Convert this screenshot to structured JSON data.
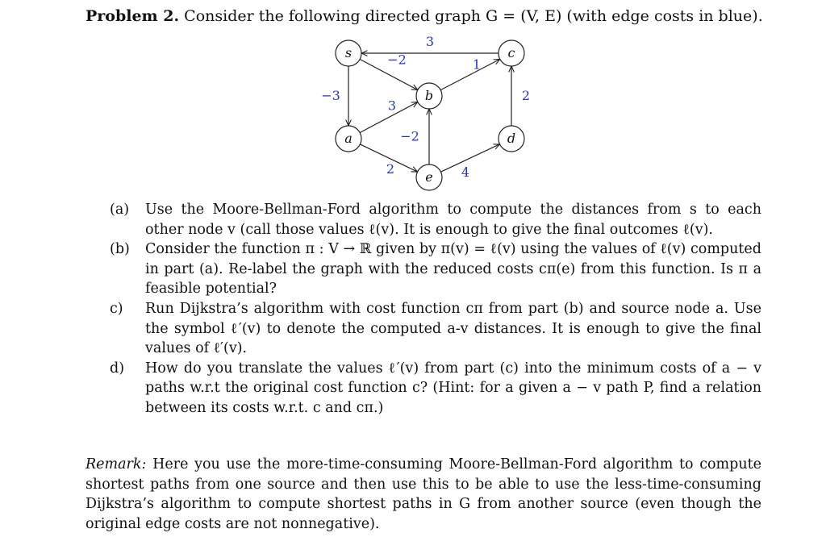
{
  "problem": {
    "label": "Problem 2.",
    "intro": "Consider the following directed graph G = (V, E) (with edge costs in blue)."
  },
  "graph": {
    "edge_color": "#2233dd",
    "nodes": [
      {
        "id": "s",
        "label": "s"
      },
      {
        "id": "c",
        "label": "c"
      },
      {
        "id": "b",
        "label": "b"
      },
      {
        "id": "a",
        "label": "a"
      },
      {
        "id": "d",
        "label": "d"
      },
      {
        "id": "e",
        "label": "e"
      }
    ],
    "edges": [
      {
        "from": "c",
        "to": "s",
        "cost": "3"
      },
      {
        "from": "s",
        "to": "a",
        "cost": "−3"
      },
      {
        "from": "s",
        "to": "b",
        "cost": "−2"
      },
      {
        "from": "a",
        "to": "b",
        "cost": "3"
      },
      {
        "from": "b",
        "to": "c",
        "cost": "1"
      },
      {
        "from": "d",
        "to": "c",
        "cost": "2"
      },
      {
        "from": "e",
        "to": "b",
        "cost": "−2"
      },
      {
        "from": "a",
        "to": "e",
        "cost": "2"
      },
      {
        "from": "e",
        "to": "d",
        "cost": "4"
      }
    ]
  },
  "parts": [
    {
      "label": "(a)",
      "text": "Use the Moore-Bellman-Ford algorithm to compute the distances from s to each other node v (call those values ℓ(v). It is enough to give the final outcomes ℓ(v)."
    },
    {
      "label": "(b)",
      "text": "Consider the function π : V → ℝ given by π(v) = ℓ(v) using the values of ℓ(v) computed in part (a). Re-label the graph with the reduced costs cπ(e) from this function. Is π a feasible potential?"
    },
    {
      "label": "c)",
      "text": "Run Dijkstra’s algorithm with cost function cπ from part (b) and source node a. Use the symbol ℓ′(v) to denote the computed a-v distances. It is enough to give the final values of ℓ′(v)."
    },
    {
      "label": "d)",
      "text": "How do you translate the values ℓ′(v) from part (c) into the minimum costs of a − v paths w.r.t the original cost function c? (Hint: for a given a − v path P, find a relation between its costs w.r.t. c and cπ.)"
    }
  ],
  "remark": {
    "label": "Remark:",
    "text": "Here you use the more-time-consuming Moore-Bellman-Ford algorithm to compute shortest paths from one source and then use this to be able to use the less-time-consuming Dijkstra’s algorithm to compute shortest paths in G from another source (even though the original edge costs are not nonnegative)."
  }
}
